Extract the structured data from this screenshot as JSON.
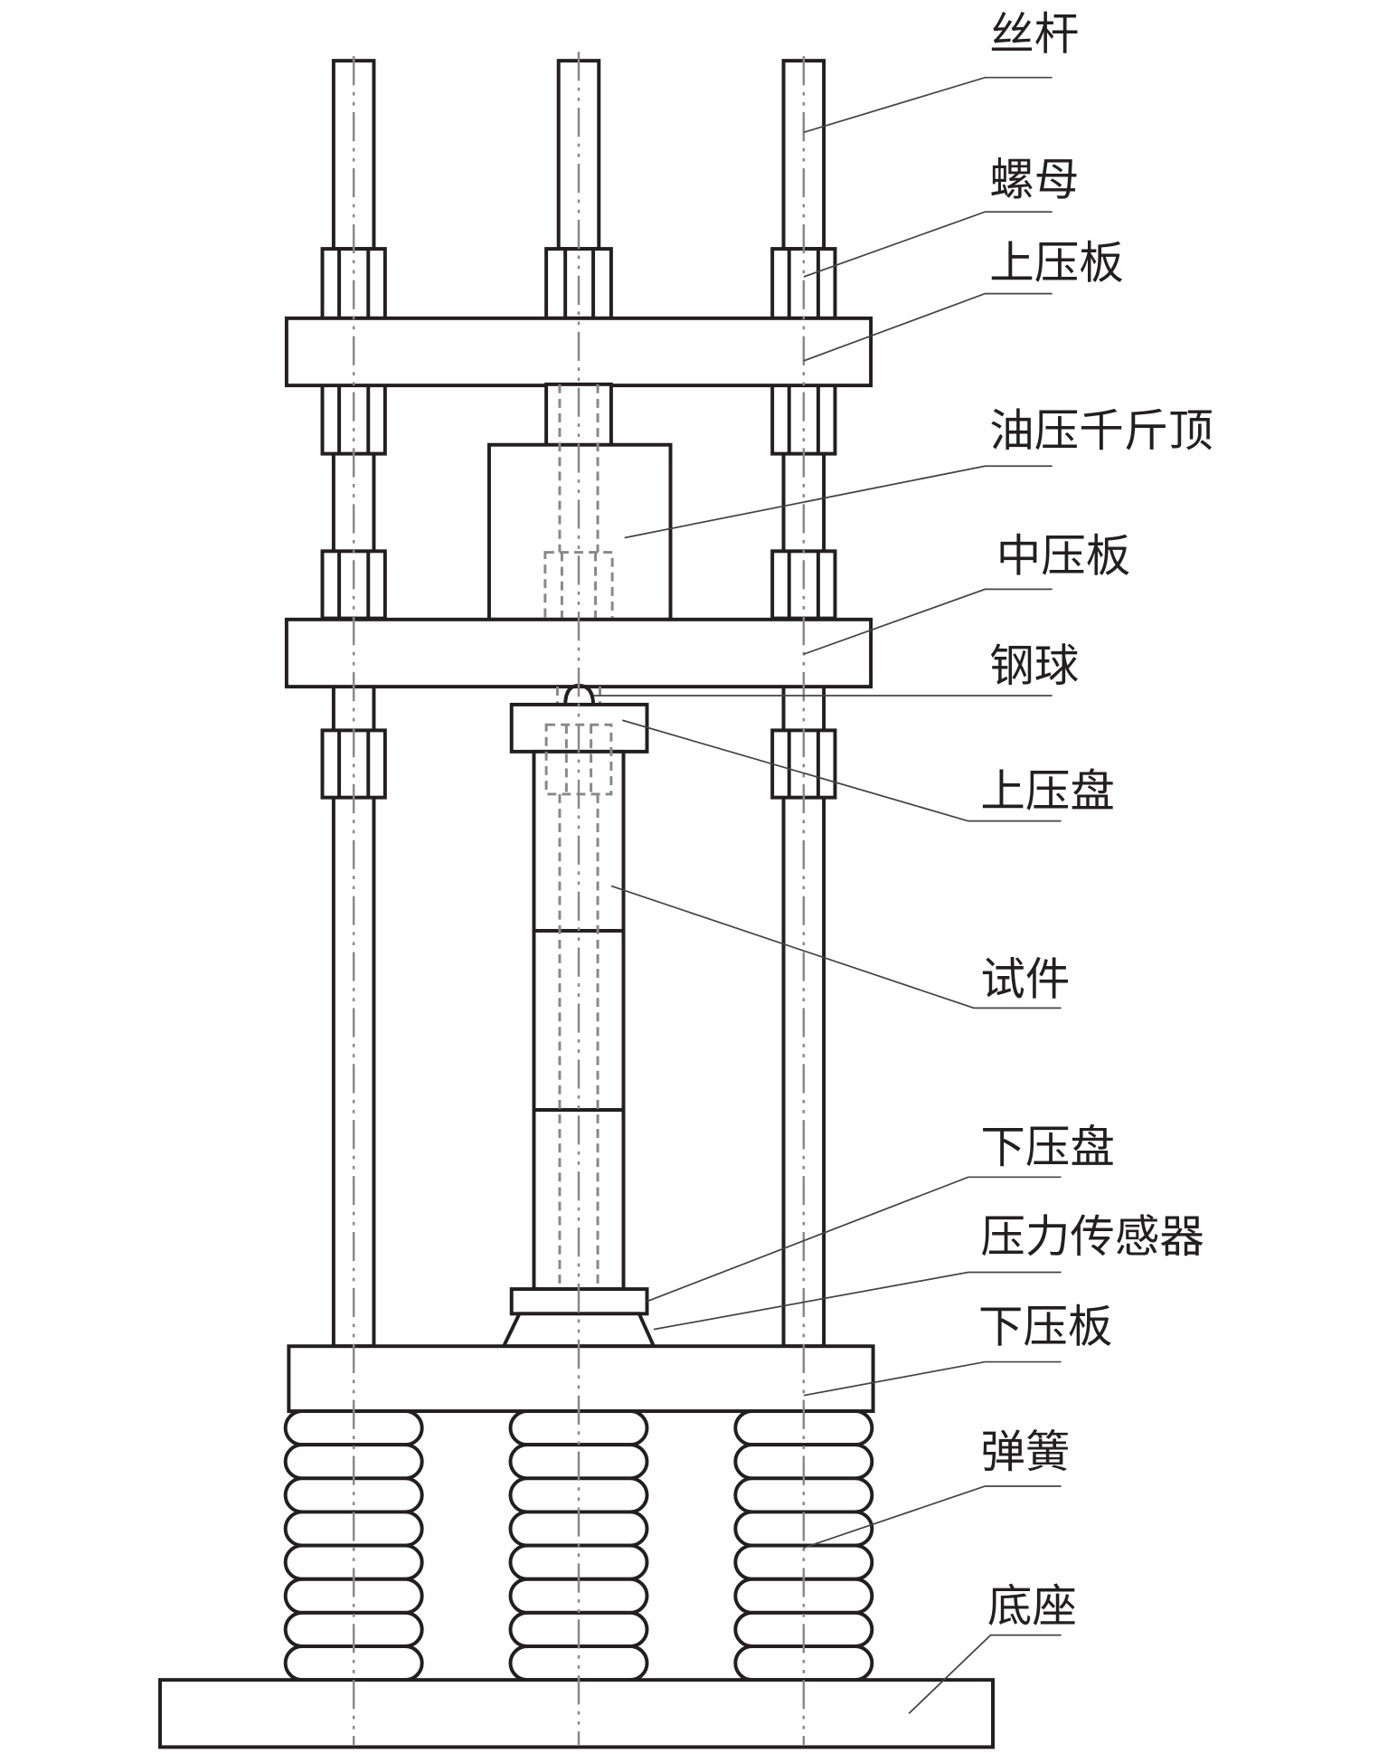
{
  "figure": {
    "description": "Schematic of a spring-loaded compression test rig with hydraulic jack",
    "labels": [
      {
        "id": "screw-rod",
        "text": "丝杆"
      },
      {
        "id": "nut",
        "text": "螺母"
      },
      {
        "id": "upper-plate",
        "text": "上压板"
      },
      {
        "id": "hydraulic-jack",
        "text": "油压千斤顶"
      },
      {
        "id": "middle-plate",
        "text": "中压板"
      },
      {
        "id": "steel-ball",
        "text": "钢球"
      },
      {
        "id": "upper-platen",
        "text": "上压盘"
      },
      {
        "id": "specimen",
        "text": "试件"
      },
      {
        "id": "lower-platen",
        "text": "下压盘"
      },
      {
        "id": "pressure-sensor",
        "text": "压力传感器"
      },
      {
        "id": "lower-plate",
        "text": "下压板"
      },
      {
        "id": "spring",
        "text": "弹簧"
      },
      {
        "id": "base",
        "text": "底座"
      }
    ],
    "spring_count": 3,
    "spring_coils": 8,
    "screw_rod_count": 3,
    "specimen_segments": 3
  }
}
